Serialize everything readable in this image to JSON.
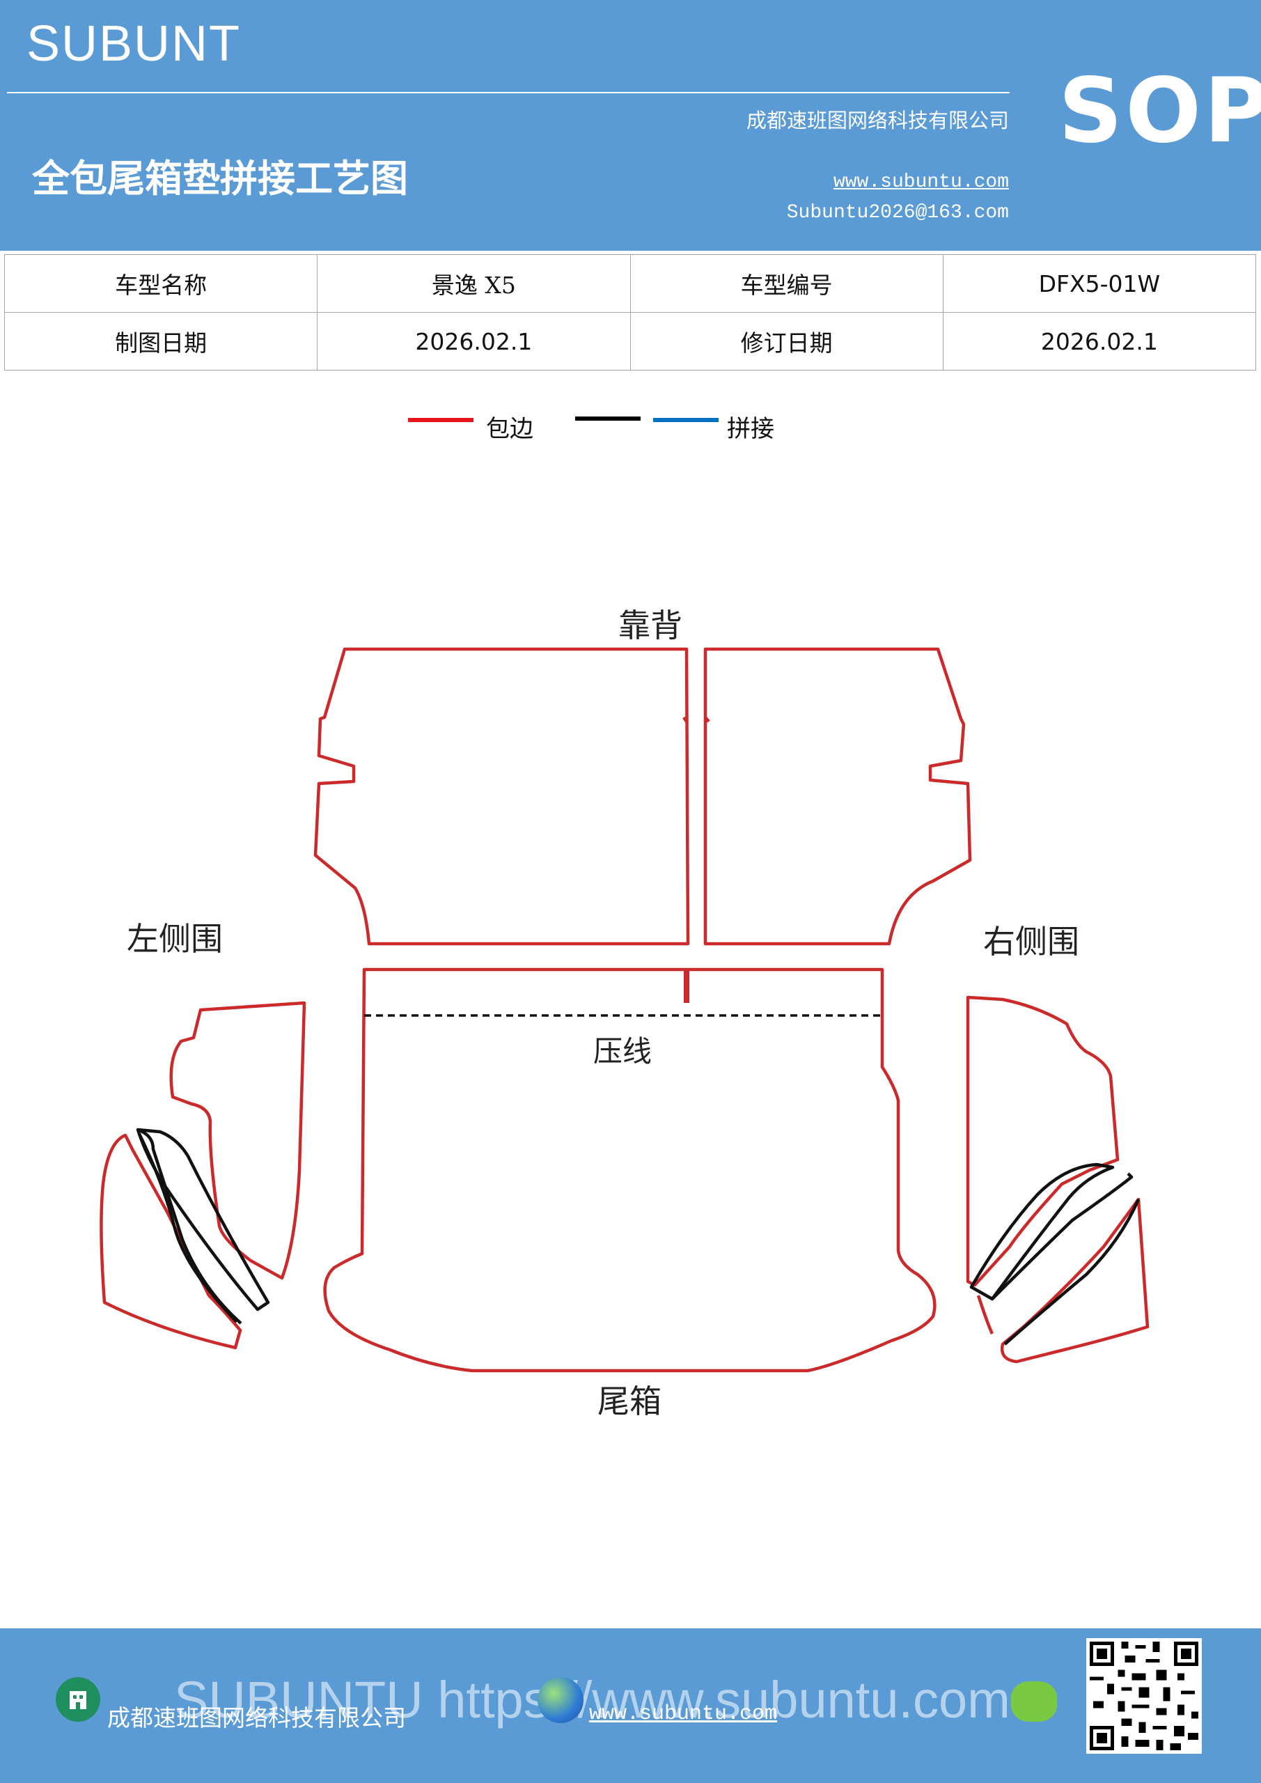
{
  "header": {
    "brand": "SUBUNT",
    "title": "全包尾箱垫拼接工艺图",
    "company": "成都速班图网络科技有限公司",
    "website": "www.subuntu.com",
    "email": "Subuntu2026@163.com",
    "badge": "SOP",
    "background_color": "#5b9bd5"
  },
  "info_table": {
    "rows": [
      [
        "车型名称",
        "景逸 X5",
        "车型编号",
        "DFX5-01W"
      ],
      [
        "制图日期",
        "2026.02.1",
        "修订日期",
        "2026.02.1"
      ]
    ]
  },
  "legend": {
    "items": [
      {
        "color": "#e8141c",
        "label": "包边"
      },
      {
        "color": "#000000",
        "label": ""
      },
      {
        "color": "#0070c0",
        "label": "拼接"
      }
    ]
  },
  "drawing": {
    "labels": {
      "backrest": "靠背",
      "left_side": "左侧围",
      "right_side": "右侧围",
      "crease": "压线",
      "trunk": "尾箱"
    },
    "colors": {
      "edge": "#cc2a2a",
      "seam": "#111111",
      "crease": "#111111"
    }
  },
  "footer": {
    "watermark": "SUBUNTU https://www.subuntu.com",
    "company": "成都速班图网络科技有限公司",
    "website": "www.subuntu.com",
    "icons": [
      "building-icon",
      "globe-icon",
      "wechat-icon",
      "qr-code"
    ]
  }
}
